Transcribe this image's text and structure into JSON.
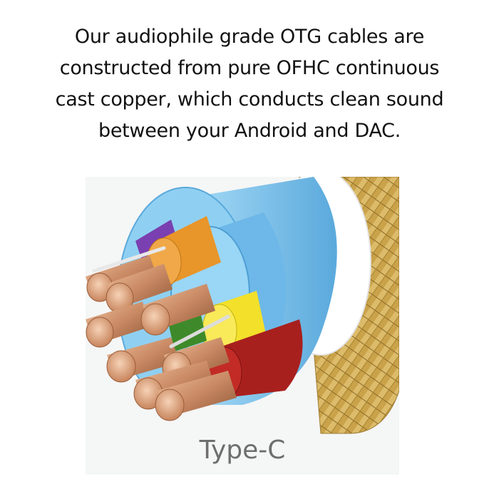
{
  "headline": {
    "lines": [
      "Our audiophile grade OTG cables are",
      "constructed from pure OFHC continuous",
      "cast copper, which conducts clean sound",
      "between your Android and DAC."
    ]
  },
  "product_image": {
    "colors": {
      "braid": "#c9a24a",
      "outer_jacket": "#7ec3ea",
      "copper": "#c98a64",
      "purple": "#7a3fb0",
      "orange": "#e8952a",
      "yellow": "#f2e02a",
      "red": "#a8201e",
      "green": "#3e8a2a",
      "white_ring": "#ffffff"
    }
  },
  "caption": {
    "label": "Type-C"
  }
}
